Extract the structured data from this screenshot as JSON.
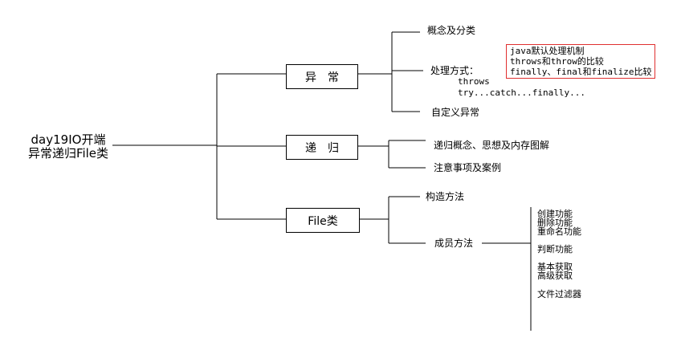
{
  "root": {
    "line1": "day19IO开端",
    "line2": "异常递归File类"
  },
  "branches": {
    "exception": {
      "label": "异　常",
      "children": {
        "concept": "概念及分类",
        "handling": "处理方式：",
        "handling_detail1": "throws",
        "handling_detail2": "try...catch...finally...",
        "custom": "自定义异常"
      },
      "note": [
        "java默认处理机制",
        "throws和throw的比较",
        "finally、final和finalize比较"
      ]
    },
    "recursion": {
      "label": "递　归",
      "children": {
        "concept": "递归概念、思想及内存图解",
        "notes": "注意事项及案例"
      }
    },
    "file": {
      "label": "File类",
      "children": {
        "constructor": "构造方法",
        "members": "成员方法"
      },
      "member_functions": [
        "创建功能",
        "删除功能",
        "重命名功能",
        "判断功能",
        "基本获取",
        "高级获取",
        "文件过滤器"
      ]
    }
  },
  "colors": {
    "line": "#000000",
    "note_border": "#e03030"
  }
}
